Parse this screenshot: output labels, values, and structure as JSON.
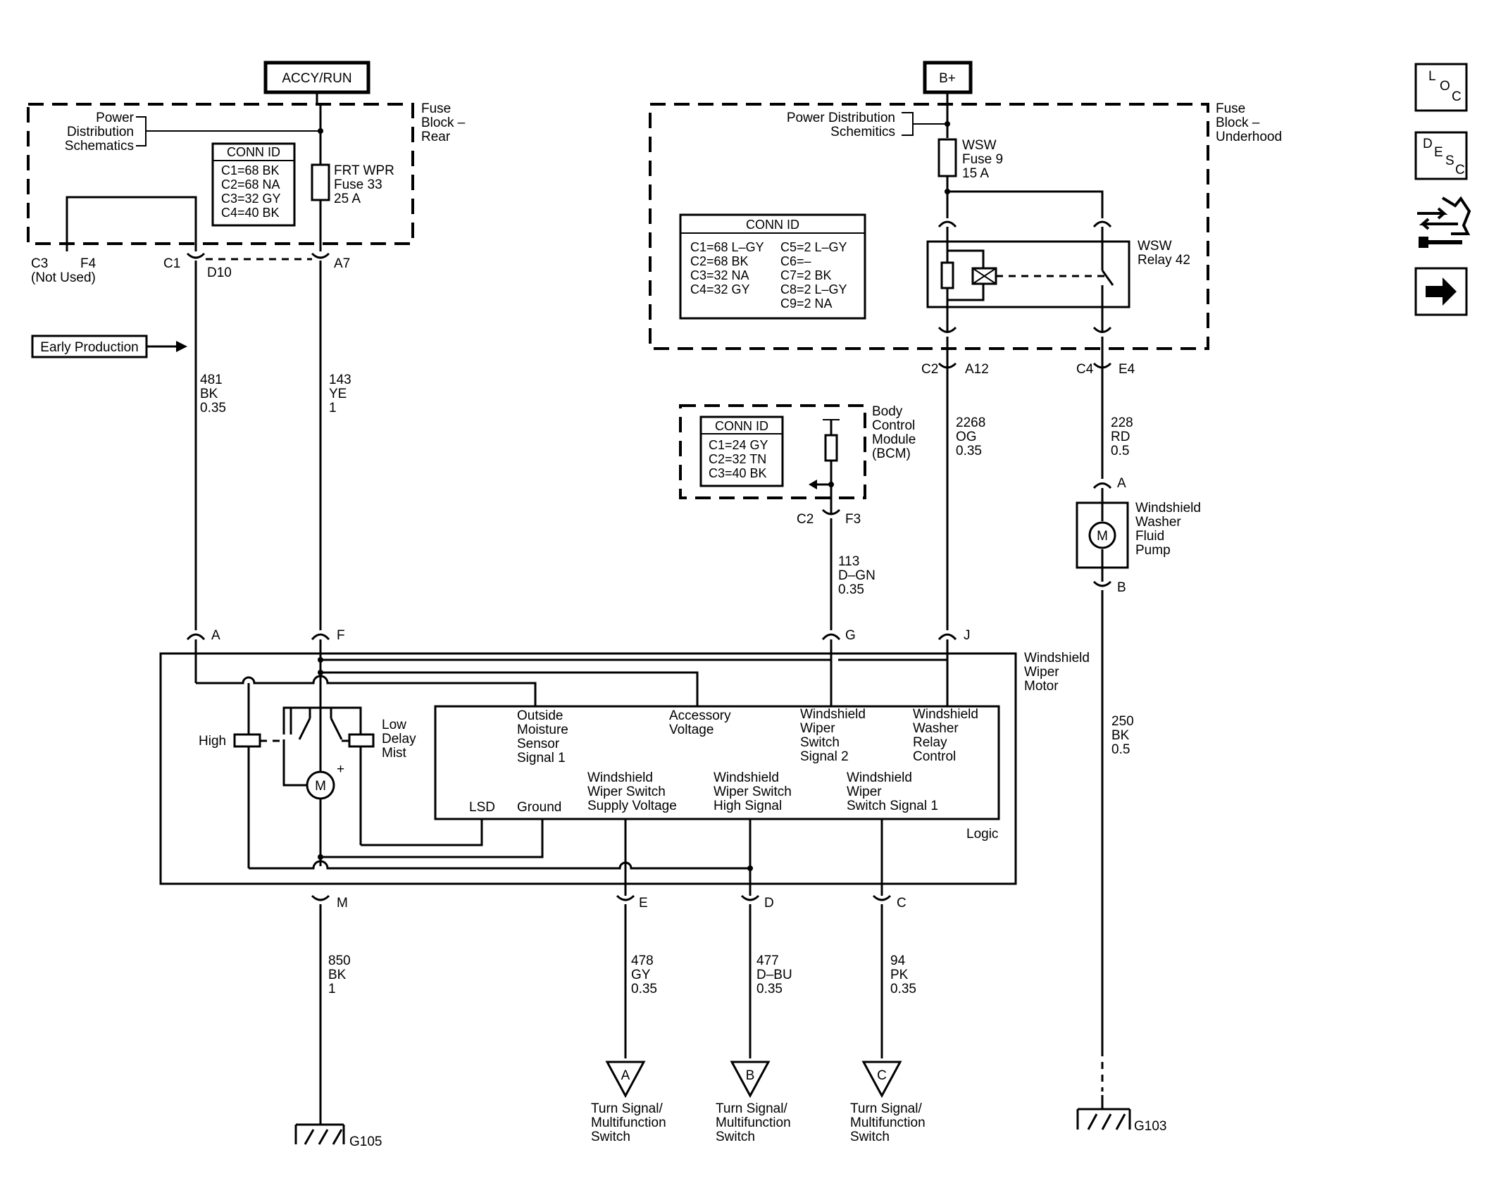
{
  "power": {
    "accy_run": "ACCY/RUN",
    "b_plus": "B+"
  },
  "fuse_block_rear": {
    "label": [
      "Fuse",
      "Block –",
      "Rear"
    ],
    "power_dist": [
      "Power",
      "Distribution",
      "Schematics"
    ],
    "conn_id_title": "CONN ID",
    "conn_ids": [
      "C1=68 BK",
      "C2=68 NA",
      "C3=32 GY",
      "C4=40 BK"
    ],
    "fuse": [
      "FRT WPR",
      "Fuse 33",
      "25 A"
    ],
    "c3": "C3",
    "f4": "F4",
    "not_used": "(Not Used)",
    "c1": "C1",
    "d10": "D10",
    "a7": "A7"
  },
  "early_production": "Early Production",
  "fuse_block_underhood": {
    "label": [
      "Fuse",
      "Block –",
      "Underhood"
    ],
    "power_dist": [
      "Power Distribution",
      "Schemitics"
    ],
    "fuse": [
      "WSW",
      "Fuse 9",
      "15 A"
    ],
    "relay": [
      "WSW",
      "Relay 42"
    ],
    "conn_id_title": "CONN ID",
    "conn_ids_left": [
      "C1=68 L–GY",
      "C2=68 BK",
      "C3=32 NA",
      "C4=32 GY"
    ],
    "conn_ids_right": [
      "C5=2 L–GY",
      "C6=–",
      "C7=2 BK",
      "C8=2 L–GY",
      "C9=2 NA"
    ],
    "c2": "C2",
    "a12": "A12",
    "c4": "C4",
    "e4": "E4"
  },
  "bcm": {
    "label": [
      "Body",
      "Control",
      "Module",
      "(BCM)"
    ],
    "conn_id_title": "CONN ID",
    "conn_ids": [
      "C1=24 GY",
      "C2=32 TN",
      "C3=40 BK"
    ],
    "c2": "C2",
    "f3": "F3"
  },
  "wires": {
    "w481": [
      "481",
      "BK",
      "0.35"
    ],
    "w143": [
      "143",
      "YE",
      "1"
    ],
    "w113": [
      "113",
      "D–GN",
      "0.35"
    ],
    "w2268": [
      "2268",
      "OG",
      "0.35"
    ],
    "w228": [
      "228",
      "RD",
      "0.5"
    ],
    "w250": [
      "250",
      "BK",
      "0.5"
    ],
    "w850": [
      "850",
      "BK",
      "1"
    ],
    "w478": [
      "478",
      "GY",
      "0.35"
    ],
    "w477": [
      "477",
      "D–BU",
      "0.35"
    ],
    "w94": [
      "94",
      "PK",
      "0.35"
    ]
  },
  "pump": {
    "label": [
      "Windshield",
      "Washer",
      "Fluid",
      "Pump"
    ],
    "pin_a": "A",
    "pin_b": "B",
    "m": "M"
  },
  "motor": {
    "label": [
      "Windshield",
      "Wiper",
      "Motor"
    ],
    "pins": {
      "a": "A",
      "f": "F",
      "g": "G",
      "j": "J",
      "m": "M",
      "e": "E",
      "d": "D",
      "c": "C"
    },
    "high": "High",
    "low": [
      "Low",
      "Delay",
      "Mist"
    ],
    "m": "M",
    "plus": "+",
    "logic": "Logic",
    "lsd": "LSD",
    "ground": "Ground",
    "sig_outside": [
      "Outside",
      "Moisture",
      "Sensor",
      "Signal 1"
    ],
    "sig_accessory": [
      "Accessory",
      "Voltage"
    ],
    "sig_switch2": [
      "Windshield",
      "Wiper",
      "Switch",
      "Signal 2"
    ],
    "sig_washer": [
      "Windshield",
      "Washer",
      "Relay",
      "Control"
    ],
    "sig_supply": [
      "Windshield",
      "Wiper Switch",
      "Supply Voltage"
    ],
    "sig_high": [
      "Windshield",
      "Wiper Switch",
      "High Signal"
    ],
    "sig_switch1": [
      "Windshield",
      "Wiper",
      "Switch Signal 1"
    ]
  },
  "grounds": {
    "g105": "G105",
    "g103": "G103"
  },
  "connectors_out": {
    "a": "A",
    "b": "B",
    "c": "C",
    "label": [
      "Turn Signal/",
      "Multifunction",
      "Switch"
    ]
  },
  "nav": {
    "loc": [
      "L",
      "O",
      "C"
    ],
    "desc": [
      "D",
      "E",
      "S",
      "C"
    ],
    "next": "→"
  }
}
